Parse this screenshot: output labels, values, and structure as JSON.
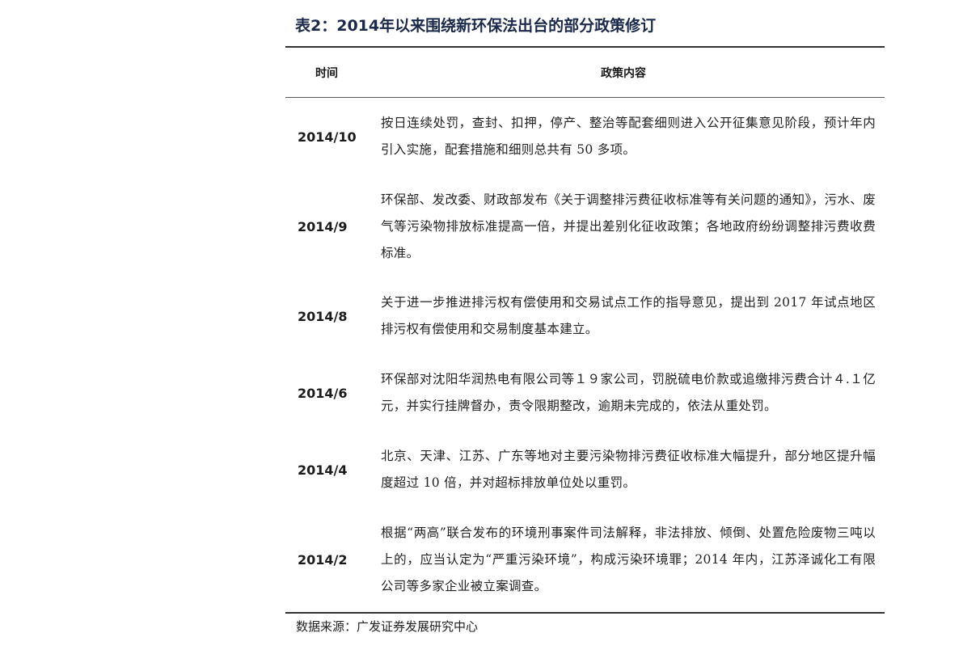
{
  "title": "表2：2014年以来围绕新环保法出台的部分政策修订",
  "header": {
    "date_col": "时间",
    "content_col": "政策内容"
  },
  "rows": [
    {
      "date": "2014/10",
      "content": "按日连续处罚，查封、扣押，停产、整治等配套细则进入公开征集意见阶段，预计年内引入实施，配套措施和细则总共有 50 多项。"
    },
    {
      "date": "2014/9",
      "content": "环保部、发改委、财政部发布《关于调整排污费征收标准等有关问题的通知》，污水、废气等污染物排放标准提高一倍，并提出差别化征收政策；各地政府纷纷调整排污费收费标准。"
    },
    {
      "date": "2014/8",
      "content": "关于进一步推进排污权有偿使用和交易试点工作的指导意见，提出到 2017 年试点地区排污权有偿使用和交易制度基本建立。"
    },
    {
      "date": "2014/6",
      "content": "环保部对沈阳华润热电有限公司等１９家公司，罚脱硫电价款或追缴排污费合计４.１亿元，并实行挂牌督办，责令限期整改，逾期未完成的，依法从重处罚。"
    },
    {
      "date": "2014/4",
      "content": "北京、天津、江苏、广东等地对主要污染物排污费征收标准大幅提升，部分地区提升幅度超过 10 倍，并对超标排放单位处以重罚。"
    },
    {
      "date": "2014/2",
      "content": "根据“两高”联合发布的环境刑事案件司法解释，非法排放、倾倒、处置危险废物三吨以上的，应当认定为“严重污染环境”，构成污染环境罪；2014 年内，江苏泽诚化工有限公司等多家企业被立案调查。"
    }
  ],
  "source": "数据来源：广发证券发展研究中心"
}
